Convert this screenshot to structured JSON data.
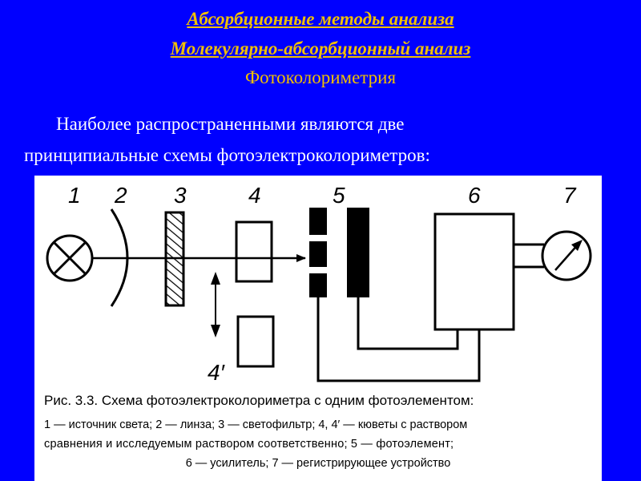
{
  "header": {
    "title_line1": "Абсорбционные методы анализа",
    "title_line2": "Молекулярно-абсорбционный анализ",
    "subtitle": "Фотоколориметрия"
  },
  "intro": {
    "line1": "Наиболее распространенными являются две",
    "line2": "принципиальные схемы фотоэлектроколориметров:"
  },
  "figure": {
    "labels": [
      "1",
      "2",
      "3",
      "4",
      "5",
      "6",
      "7",
      "4′"
    ],
    "caption_title": "Рис. 3.3. Схема фотоэлектроколориметра с одним фотоэлементом:",
    "caption_line1": "1 — источник света; 2 — линза; 3 — светофильтр; 4, 4′ — кюветы с раствором",
    "caption_line2": "сравнения и исследуемым раствором соответственно; 5 — фотоэлемент;",
    "caption_line3": "6 — усилитель; 7 — регистрирующее устройство"
  },
  "colors": {
    "background": "#0000ff",
    "title": "#f0c000",
    "text": "#ffffff",
    "figure_bg": "#ffffff"
  }
}
